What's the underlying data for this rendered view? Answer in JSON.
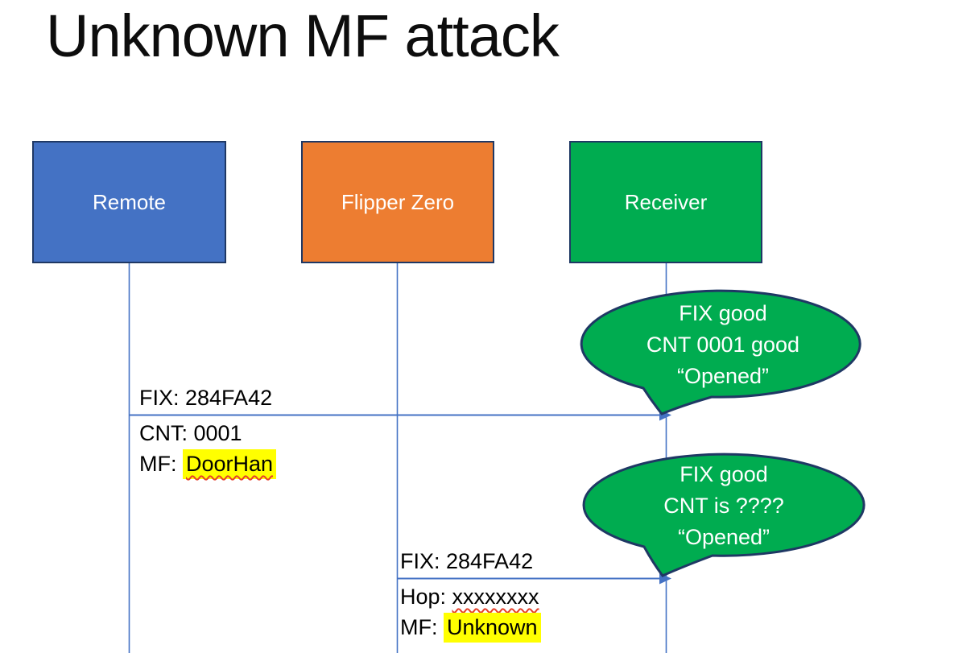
{
  "title": "Unknown MF attack",
  "colors": {
    "remote_box": "#4472C4",
    "flipper_box": "#ED7D31",
    "receiver_box": "#00AC50",
    "callout_fill": "#00AC50",
    "shape_border": "#1F3864",
    "line_blue": "#4472C4",
    "highlight_yellow": "#FFFF00",
    "squiggle_red": "#E5402A",
    "text_black": "#0d0d0d",
    "text_white": "#ffffff"
  },
  "actors": [
    {
      "label": "Remote"
    },
    {
      "label": "Flipper Zero"
    },
    {
      "label": "Receiver"
    }
  ],
  "messages": [
    {
      "label_above": "FIX: 284FA42",
      "details": [
        {
          "prefix": "CNT: ",
          "value": "0001"
        },
        {
          "prefix": "MF: ",
          "value": "DoorHan"
        }
      ]
    },
    {
      "label_above": "FIX: 284FA42",
      "details": [
        {
          "prefix": "Hop: ",
          "value": "xxxxxxxx"
        },
        {
          "prefix": "MF: ",
          "value": "Unknown"
        }
      ]
    }
  ],
  "callouts": [
    {
      "line1": "FIX good",
      "line2": "CNT 0001 good",
      "line3": "“Opened”"
    },
    {
      "line1": "FIX good",
      "line2": "CNT is ????",
      "line3": "“Opened”"
    }
  ]
}
